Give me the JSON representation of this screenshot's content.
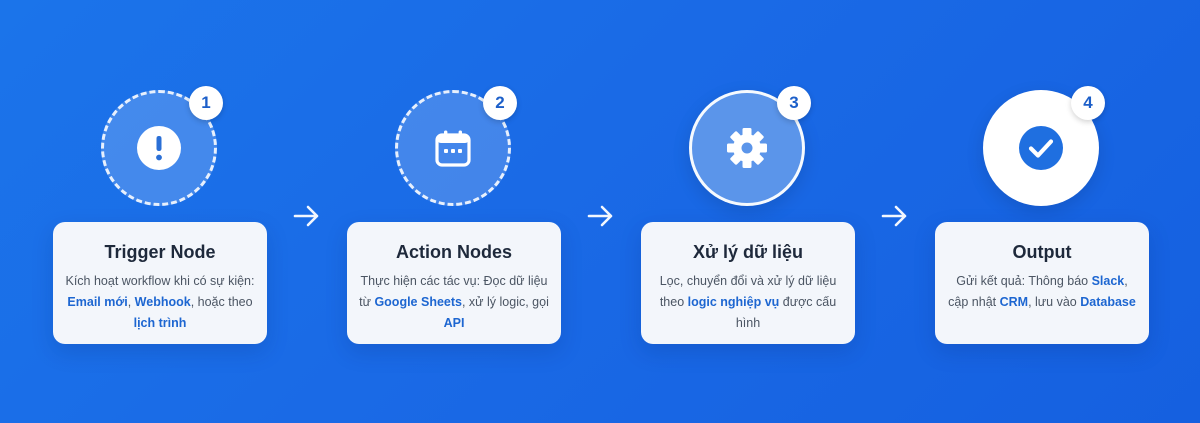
{
  "colors": {
    "background": "#1a6ae6",
    "card_bg": "#f3f6fb",
    "title": "#1e293b",
    "text": "#4b5563",
    "highlight": "#1d66d1",
    "badge_text": "#1c5fc9"
  },
  "steps": [
    {
      "number": "1",
      "icon": "exclamation-icon",
      "title": "Trigger Node",
      "desc": [
        {
          "t": "Kích hoạt workflow khi có sự kiện: ",
          "hl": false
        },
        {
          "t": "Email mới",
          "hl": true
        },
        {
          "t": ", ",
          "hl": false
        },
        {
          "t": "Webhook",
          "hl": true
        },
        {
          "t": ", hoặc theo ",
          "hl": false
        },
        {
          "t": "lịch trình",
          "hl": true
        }
      ]
    },
    {
      "number": "2",
      "icon": "calendar-icon",
      "title": "Action Nodes",
      "desc": [
        {
          "t": "Thực hiện các tác vụ: Đọc dữ liệu từ ",
          "hl": false
        },
        {
          "t": "Google Sheets",
          "hl": true
        },
        {
          "t": ", xử lý logic, gọi ",
          "hl": false
        },
        {
          "t": "API",
          "hl": true
        }
      ]
    },
    {
      "number": "3",
      "icon": "gear-icon",
      "title": "Xử lý dữ liệu",
      "desc": [
        {
          "t": "Lọc, chuyển đổi và xử lý dữ liệu theo ",
          "hl": false
        },
        {
          "t": "logic nghiệp vụ",
          "hl": true
        },
        {
          "t": " được cấu hình",
          "hl": false
        }
      ]
    },
    {
      "number": "4",
      "icon": "check-circle-icon",
      "title": "Output",
      "desc": [
        {
          "t": "Gửi kết quả: Thông báo ",
          "hl": false
        },
        {
          "t": "Slack",
          "hl": true
        },
        {
          "t": ", cập nhật ",
          "hl": false
        },
        {
          "t": "CRM",
          "hl": true
        },
        {
          "t": ", lưu vào ",
          "hl": false
        },
        {
          "t": "Database",
          "hl": true
        }
      ]
    }
  ],
  "connector_icon": "arrow-right-icon"
}
